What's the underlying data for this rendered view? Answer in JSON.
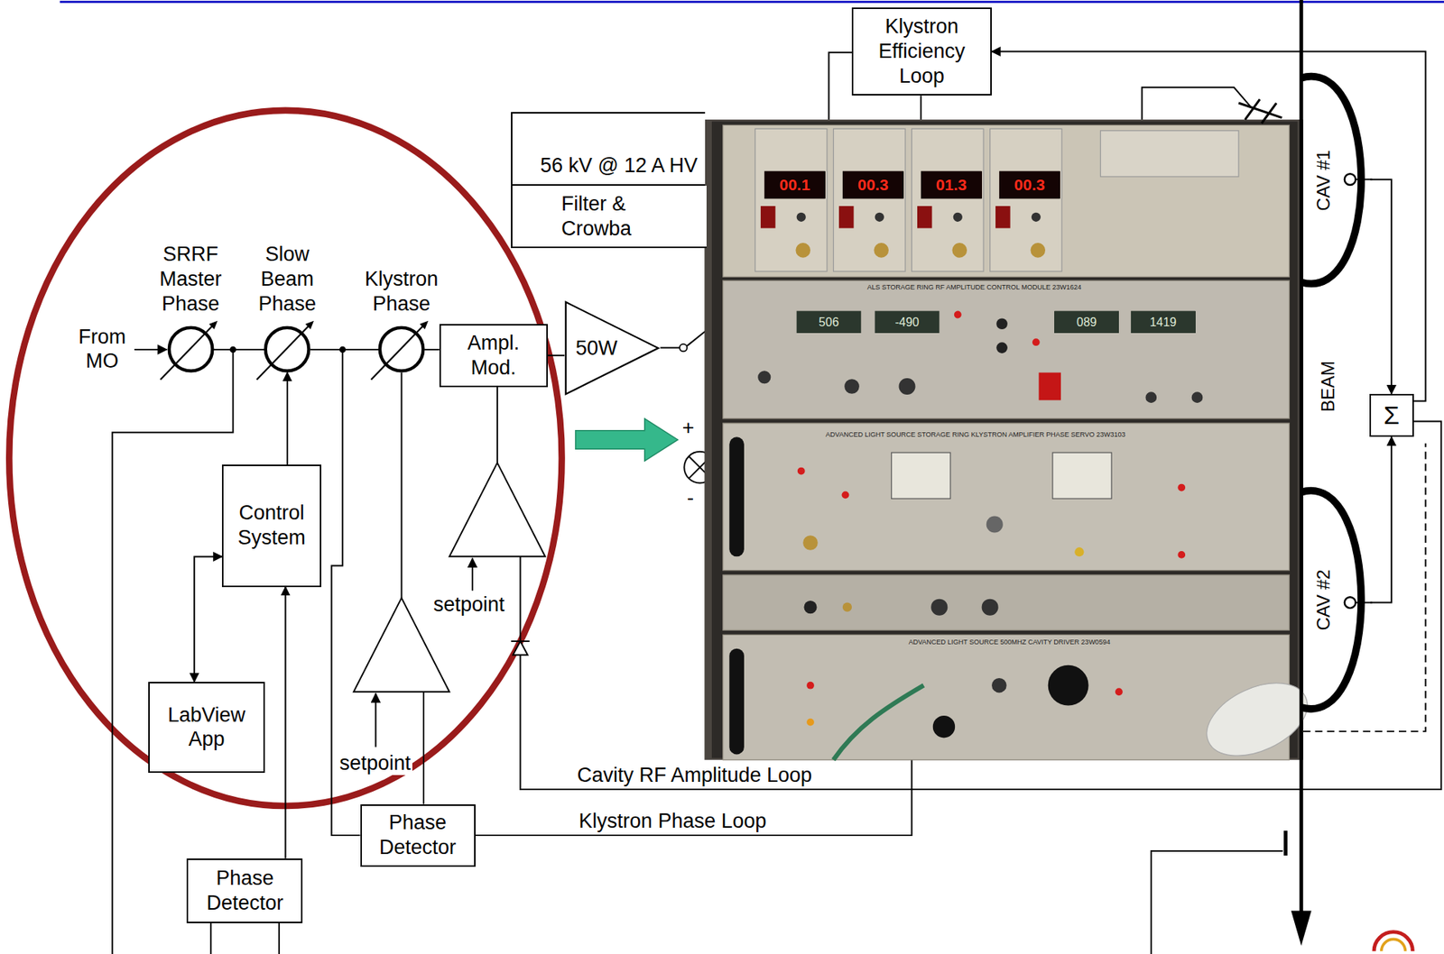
{
  "diagram": {
    "nodes": [
      {
        "text": [
          "Klystron Efficiency Loop"
        ]
      },
      {
        "text": [
          "56 kV @ 12 A HV"
        ]
      },
      {
        "text": [
          "Filter & Crowba"
        ]
      },
      {
        "text": [
          "SRRF Master Phase"
        ]
      },
      {
        "text": [
          "Slow Beam Phase"
        ]
      },
      {
        "text": [
          "Klystron Phase"
        ]
      },
      {
        "text": [
          "Ampl. Mod."
        ]
      },
      {
        "text": [
          "50W"
        ]
      },
      {
        "text": [
          "Control System"
        ]
      },
      {
        "text": [
          "Σ"
        ]
      },
      {
        "text": [
          "CAV #1"
        ]
      },
      {
        "text": [
          "CAV #2"
        ]
      },
      {
        "text": [
          "LabView App"
        ]
      },
      {
        "text": [
          "Phase Detector"
        ]
      },
      {
        "text": [
          "Phase Detector"
        ]
      }
    ],
    "edges": [
      {
        "from": 3,
        "to": 4,
        "arrow": "none"
      },
      {
        "from": 4,
        "to": 5,
        "arrow": "none"
      },
      {
        "from": 5,
        "to": 6,
        "arrow": "none"
      },
      {
        "from": 6,
        "to": 7,
        "arrow": "none"
      },
      {
        "from": 8,
        "to": 4,
        "arrow": "to"
      },
      {
        "from": 12,
        "to": 8,
        "arrow": "both"
      },
      {
        "from": 14,
        "to": 8,
        "arrow": "to"
      },
      {
        "from": 10,
        "to": 9,
        "arrow": "to"
      },
      {
        "from": 11,
        "to": 9,
        "arrow": "to"
      },
      {
        "from": 9,
        "to": 0,
        "arrow": "to"
      }
    ],
    "labels": [
      "From MO",
      "setpoint",
      "setpoint",
      "+",
      "-",
      "Cavity RF Amplitude Loop",
      "Klystron Phase Loop",
      "BEAM",
      "00.1",
      "00.3",
      "01.3",
      "00.3",
      "ALS STORAGE RING RF AMPLITUDE CONTROL MODULE 23W1624",
      "506",
      "-490",
      "089",
      "1419",
      "ADVANCED LIGHT SOURCE STORAGE RING KLYSTRON AMPLIFIER PHASE SERVO 23W3103",
      "ADVANCED LIGHT SOURCE 500MHZ CAVITY DRIVER 23W0594"
    ]
  }
}
